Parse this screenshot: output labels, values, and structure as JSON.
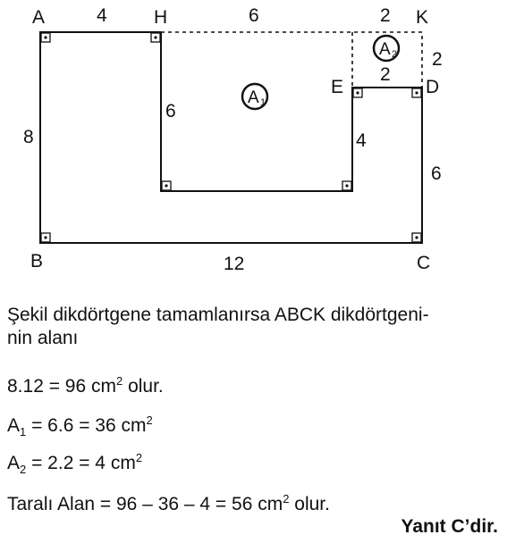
{
  "figure": {
    "vertices": {
      "A": "A",
      "H": "H",
      "K": "K",
      "E": "E",
      "D": "D",
      "B": "B",
      "C": "C"
    },
    "lengths": {
      "AH": "4",
      "HK": "6",
      "top_right": "2",
      "KD": "2",
      "ED": "2",
      "AB": "8",
      "H_inner": "6",
      "E_down": "4",
      "DC": "6",
      "BC": "12"
    },
    "regions": {
      "a1": "A",
      "a1_sub": "1",
      "a2": "A",
      "a2_sub": "2"
    }
  },
  "solution": {
    "intro_line1": "Şekil dikdörtgene tamamlanırsa ABCK dikdörtgeni-",
    "intro_line2": "nin alanı",
    "eq1_main": "8.12 = 96  cm",
    "eq1_exp": "2",
    "eq1_tail": "  olur.",
    "eq2_var": "A",
    "eq2_sub": "1",
    "eq2_main": " = 6.6 = 36  cm",
    "eq2_exp": "2",
    "eq3_var": "A",
    "eq3_sub": "2",
    "eq3_main": " = 2.2 = 4  cm",
    "eq3_exp": "2",
    "final_main": "Taralı Alan = 96 – 36 – 4 = 56  cm",
    "final_exp": "2",
    "final_tail": "  olur.",
    "answer": "Yanıt C’dir."
  }
}
